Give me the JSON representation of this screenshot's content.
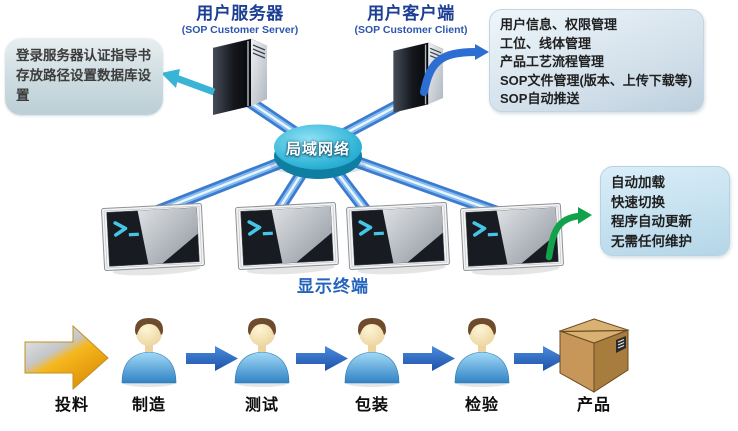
{
  "header": {
    "server": {
      "title": "用户服务器",
      "subtitle": "(SOP Customer Server)"
    },
    "client": {
      "title": "用户客户端",
      "subtitle": "(SOP Customer Client)"
    }
  },
  "network": {
    "lan_label": "局域网络",
    "terminals_label": "显示终端",
    "terminal_count": 4
  },
  "notes": {
    "server_note": "登录服务器认证指导书存放路径设置数据库设置",
    "client_features": [
      "用户信息、权限管理",
      "工位、线体管理",
      "产品工艺流程管理",
      "SOP文件管理(版本、上传下载等)",
      "SOP自动推送"
    ],
    "terminal_features": [
      "自动加载",
      "快速切换",
      "程序自动更新",
      "无需任何维护"
    ]
  },
  "process": {
    "steps": [
      "投料",
      "制造",
      "测试",
      "包装",
      "检验",
      "产品"
    ]
  },
  "icons": {
    "server": "server-tower-icon",
    "client": "server-tower-icon",
    "lan": "lan-hub-icon",
    "terminal": "terminal-monitor-icon",
    "worker": "worker-person-icon",
    "material": "material-feed-arrow-icon",
    "product": "product-carton-icon"
  },
  "colors": {
    "title_blue": "#1c3f94",
    "label_blue": "#2563bd",
    "lan_teal": "#1f9fc4",
    "link_blue": "#3b7cd0",
    "arrow_cyan": "#39b3d6",
    "arrow_blue": "#2d6ed2",
    "arrow_green": "#13a24c",
    "flow_arrow_blue": "#2b6ac6",
    "material_gold": "#f0a41c"
  }
}
